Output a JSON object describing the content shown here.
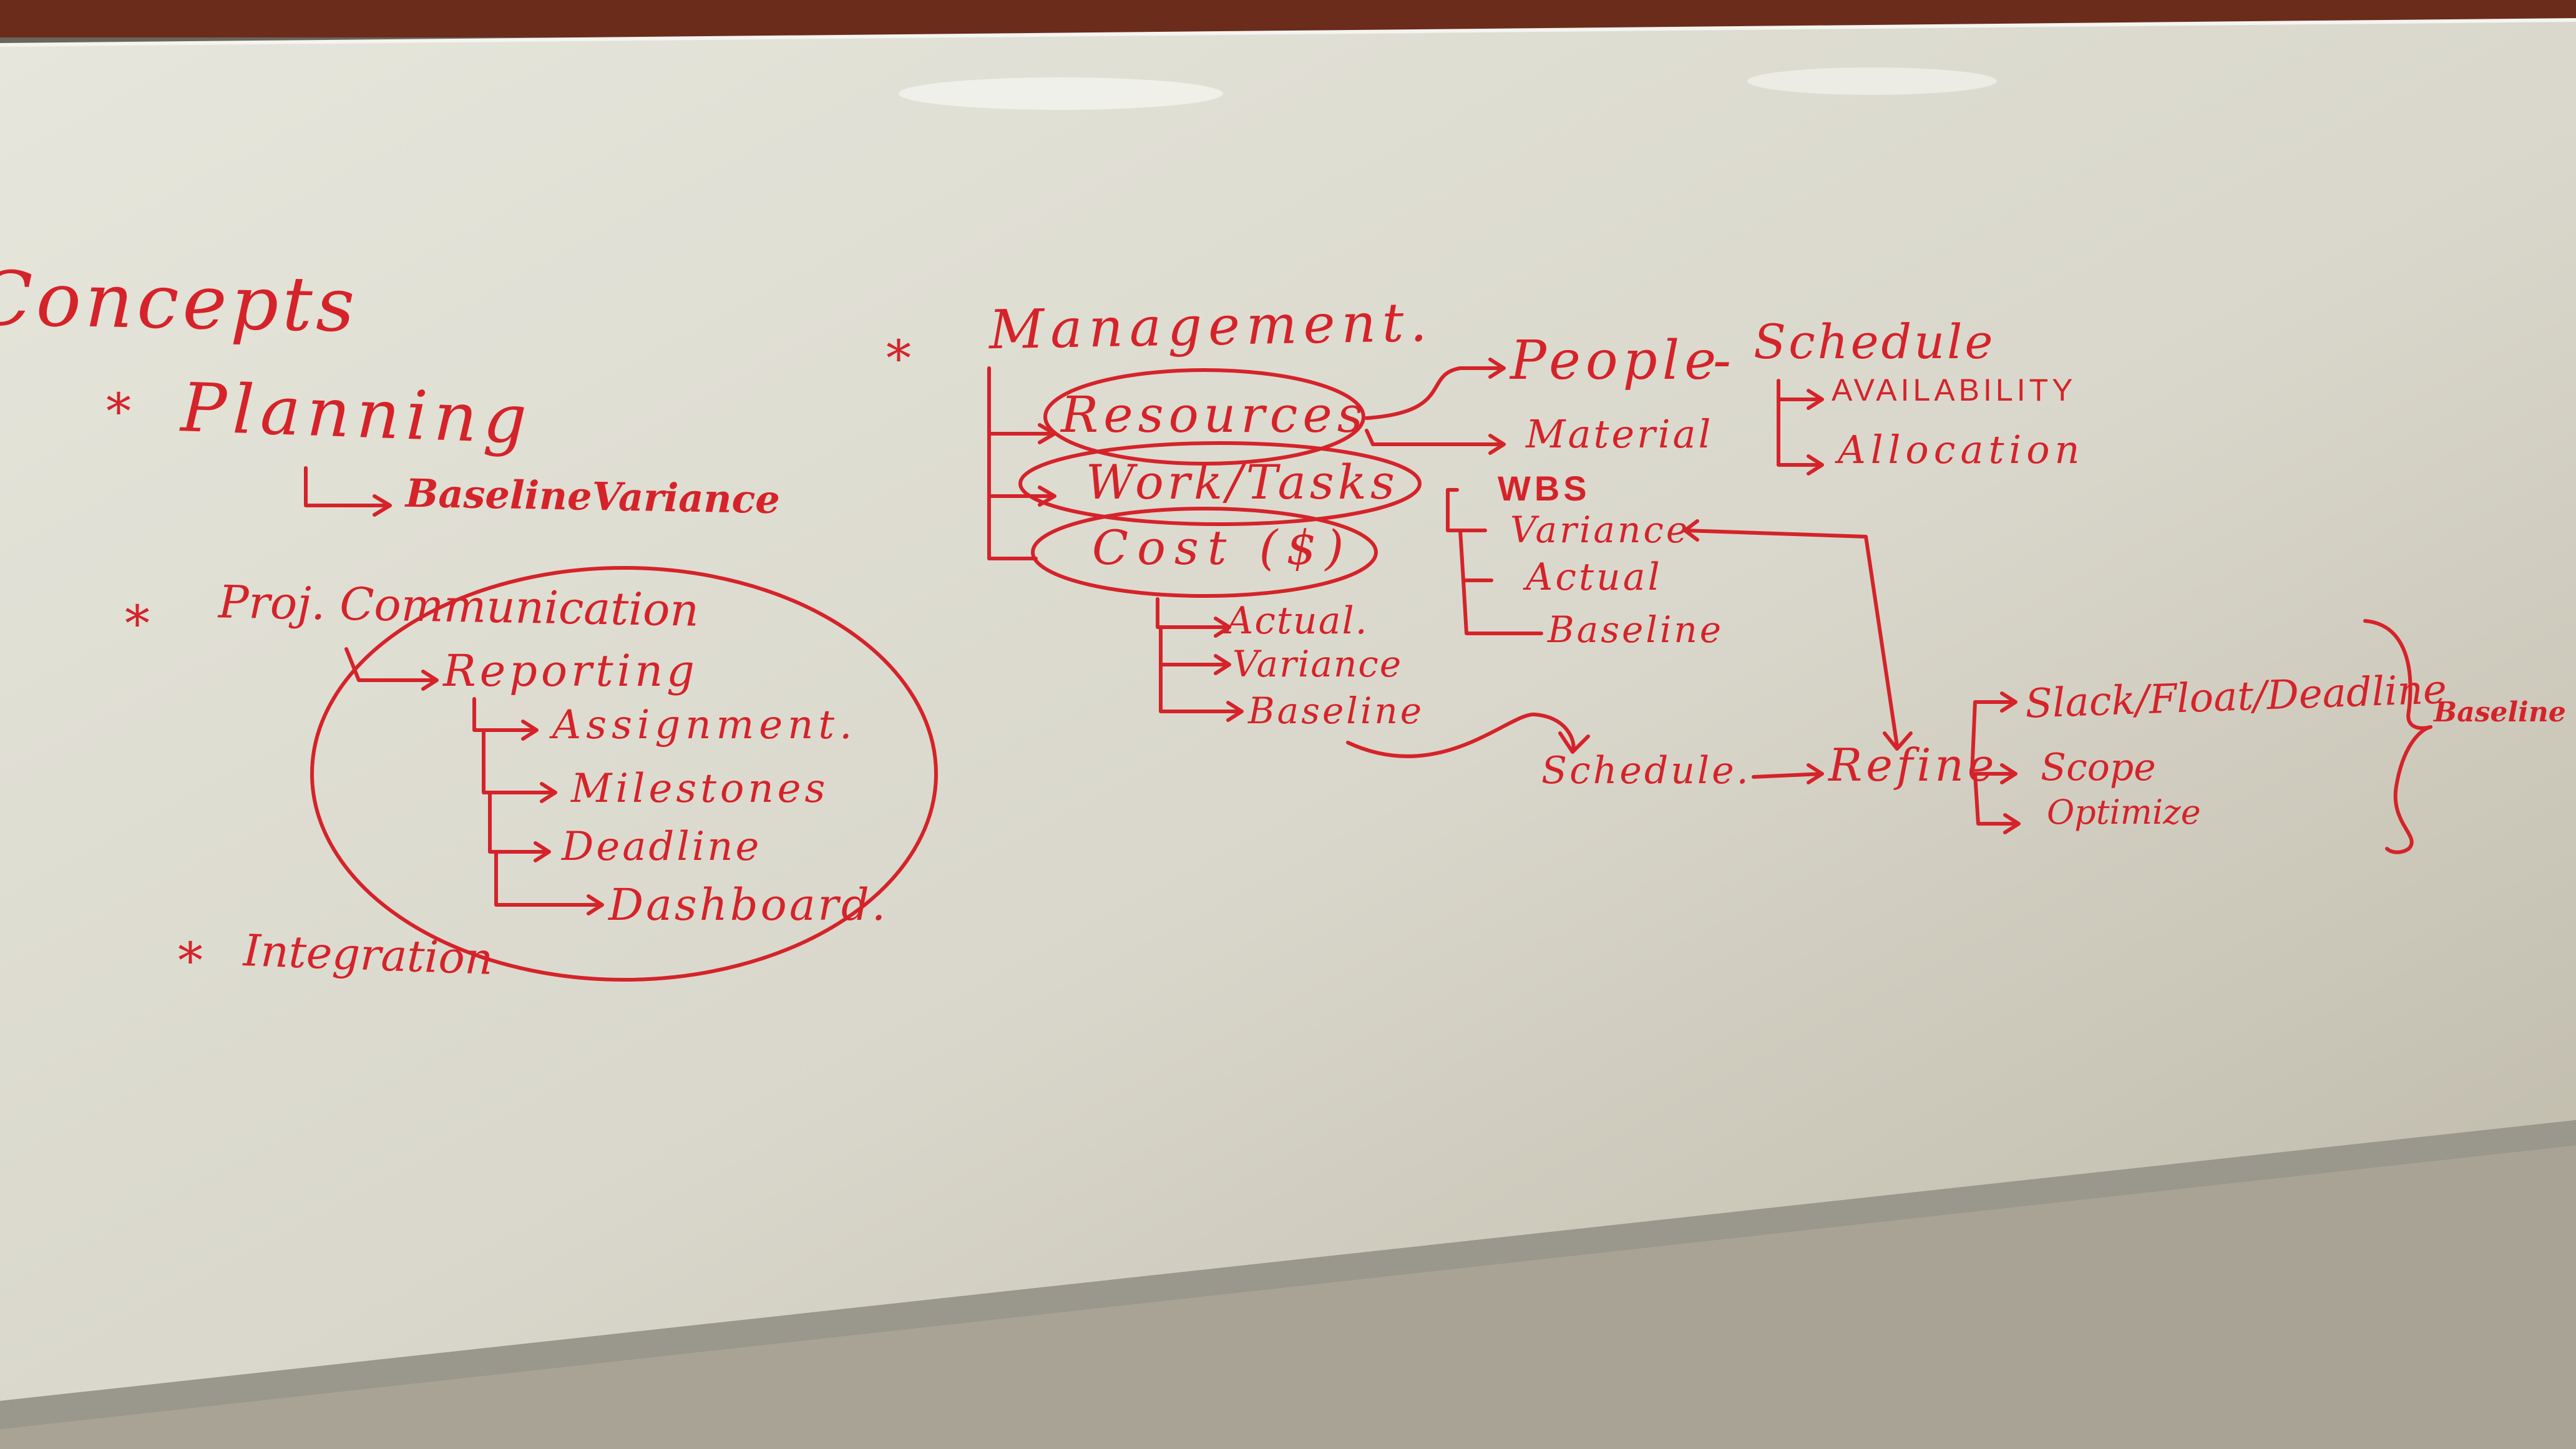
{
  "colors": {
    "ink": "#d5232a",
    "board": "#d9d8ce",
    "frame": "#6b2c1c"
  },
  "whiteboard": {
    "heading": "Concepts",
    "planning": {
      "bullet": "*",
      "label": "Planning",
      "child": "BaselineVariance"
    },
    "communication": {
      "bullet": "*",
      "label": "Proj. Communication",
      "reporting": "Reporting",
      "items": [
        "Assignment.",
        "Milestones",
        "Deadline",
        "Dashboard."
      ]
    },
    "integration": {
      "bullet": "*",
      "label": "Integration"
    },
    "management": {
      "bullet": "*",
      "label": "Management.",
      "resources": "Resources",
      "work": "Work/Tasks",
      "cost": "Cost ($)",
      "cost_items": [
        "Actual.",
        "Variance",
        "Baseline"
      ],
      "people": "People",
      "dash": "-",
      "schedule_top": "Schedule",
      "schedule_items": [
        "AVAILABILITY",
        "Allocation"
      ],
      "material": "Material",
      "wbs": "WBS",
      "wbs_items": [
        "Variance",
        "Actual",
        "Baseline"
      ],
      "schedule": "Schedule.",
      "refine": "Refine",
      "refine_items": [
        "Slack/Float/Deadline",
        "Scope",
        "Optimize"
      ],
      "baseline_right": "Baseline"
    }
  }
}
